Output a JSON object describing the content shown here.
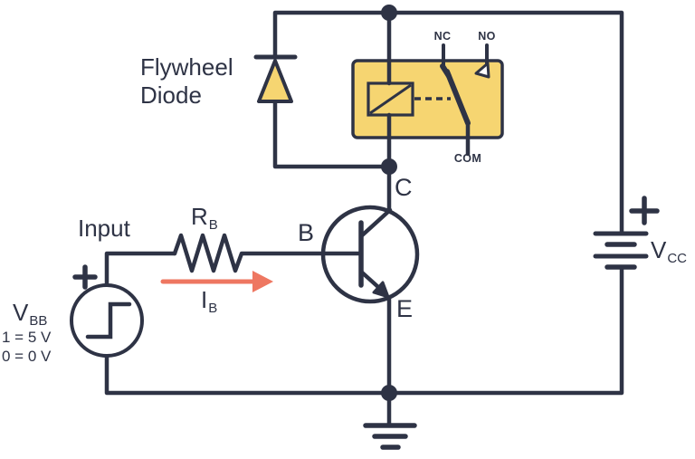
{
  "colors": {
    "ink": "#2e3345",
    "component_yellow": "#f6d571",
    "current_red": "#ee7761",
    "background": "#ffffff"
  },
  "icons": {
    "vbb_polarity": "plus-icon",
    "vcc_polarity": "plus-icon",
    "current_direction": "arrow-right-icon",
    "ground": "ground-icon"
  },
  "flywheel_diode": {
    "line1": "Flywheel",
    "line2": "Diode"
  },
  "input_source": {
    "title": "Input",
    "name_main": "V",
    "name_sub": "BB",
    "logic_high": "1 = 5 V",
    "logic_low": "0 = 0 V"
  },
  "base_resistor": {
    "name_main": "R",
    "name_sub": "B"
  },
  "base_current": {
    "name_main": "I",
    "name_sub": "B"
  },
  "transistor": {
    "base_label": "B",
    "collector_label": "C",
    "emitter_label": "E"
  },
  "relay": {
    "nc_label": "NC",
    "no_label": "NO",
    "com_label": "COM"
  },
  "supply": {
    "name_main": "V",
    "name_sub": "CC"
  }
}
